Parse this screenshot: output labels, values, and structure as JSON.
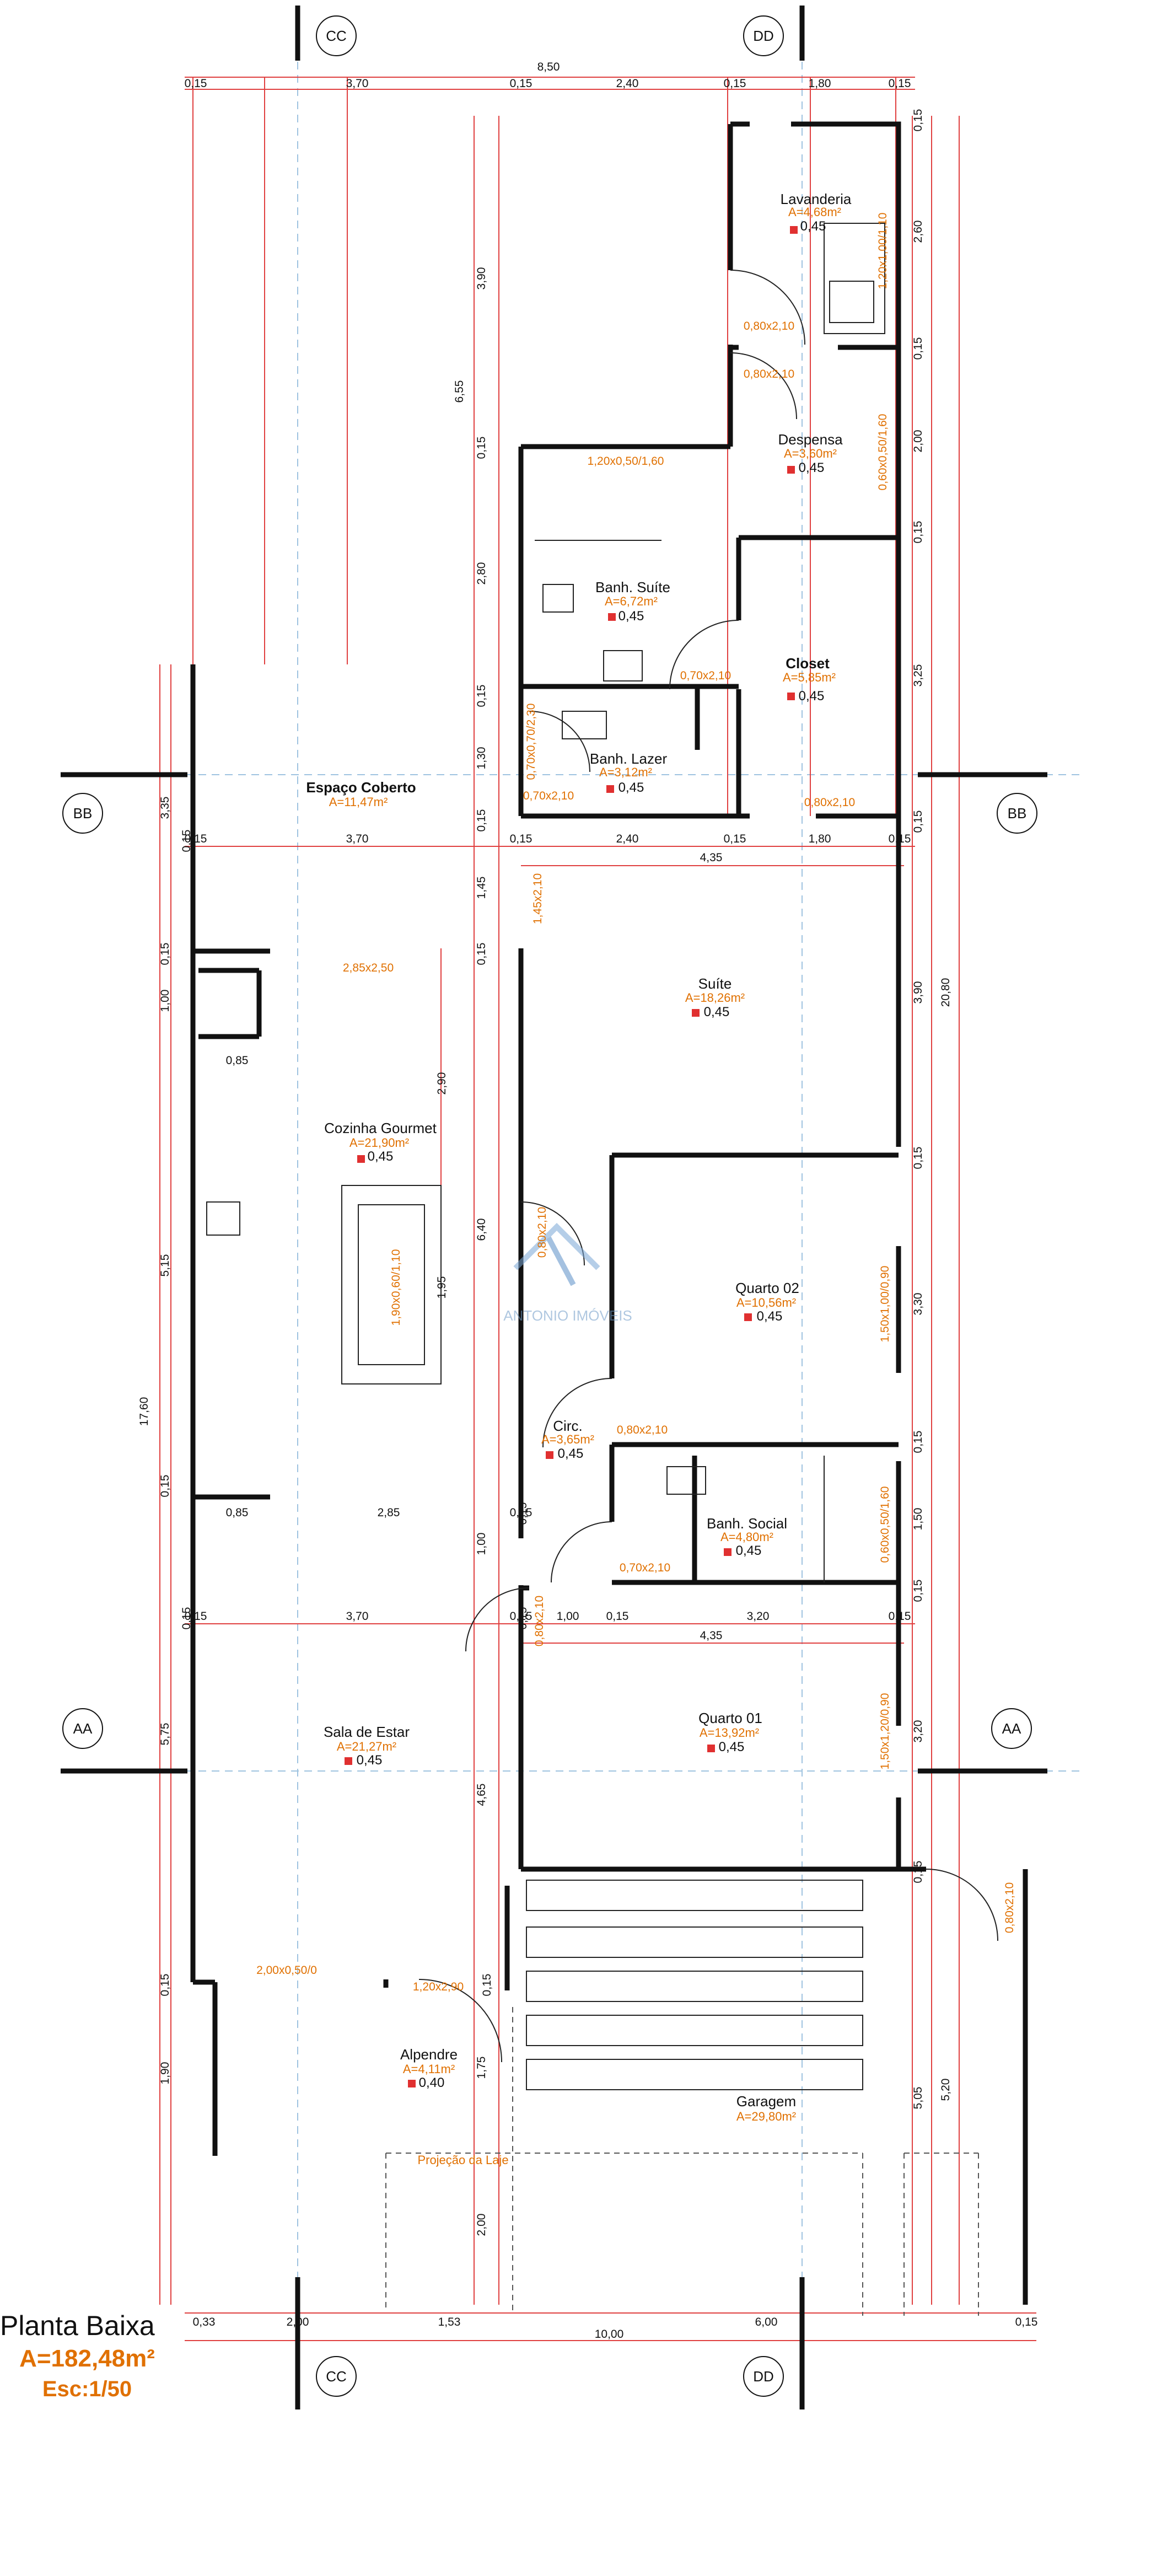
{
  "drawing": {
    "title": "Planta Baixa",
    "area": "A=182,48m²",
    "scale": "Esc:1/50",
    "watermark": "ANTONIO IMÓVEIS"
  },
  "axes": {
    "cc": "CC",
    "dd": "DD",
    "bb": "BB",
    "aa": "AA"
  },
  "rooms": {
    "lavanderia": {
      "name": "Lavanderia",
      "area": "A=4,68m²",
      "level": "0,45"
    },
    "despensa": {
      "name": "Despensa",
      "area": "A=3,60m²",
      "level": "0,45"
    },
    "banh_suite": {
      "name": "Banh. Suíte",
      "area": "A=6,72m²",
      "level": "0,45"
    },
    "closet": {
      "name": "Closet",
      "area": "A=5,85m²",
      "level": "0,45"
    },
    "banh_lazer": {
      "name": "Banh. Lazer",
      "area": "A=3,12m²",
      "level": "0,45"
    },
    "espaco_coberto": {
      "name": "Espaço Coberto",
      "area": "A=11,47m²"
    },
    "suite": {
      "name": "Suíte",
      "area": "A=18,26m²",
      "level": "0,45"
    },
    "cozinha": {
      "name": "Cozinha Gourmet",
      "area": "A=21,90m²",
      "level": "0,45"
    },
    "quarto02": {
      "name": "Quarto 02",
      "area": "A=10,56m²",
      "level": "0,45"
    },
    "circ": {
      "name": "Circ.",
      "area": "A=3,65m²",
      "level": "0,45"
    },
    "banh_social": {
      "name": "Banh. Social",
      "area": "A=4,80m²",
      "level": "0,45"
    },
    "sala": {
      "name": "Sala de Estar",
      "area": "A=21,27m²",
      "level": "0,45"
    },
    "quarto01": {
      "name": "Quarto 01",
      "area": "A=13,92m²",
      "level": "0,45"
    },
    "alpendre": {
      "name": "Alpendre",
      "area": "A=4,11m²",
      "level": "0,40"
    },
    "garagem": {
      "name": "Garagem",
      "area": "A=29,80m²"
    },
    "projecao": {
      "name": "Projeção da Laje"
    }
  },
  "openings": {
    "d_lav": "0,80x2,10",
    "d_desp": "0,80x2,10",
    "w_bs": "1,20x0,50/1,60",
    "d_bs": "0,70x2,10",
    "d_bl": "0,70x2,10",
    "w_bl": "0,70x0,70/2,30",
    "d_closet": "0,80x2,10",
    "w_lav": "1,20x1,00/1,10",
    "w_desp": "0,60x0,50/1,60",
    "d_suite": "1,45x2,10",
    "d_coz": "2,85x2,50",
    "balcao": "1,90x0,60/1,10",
    "d_q02": "0,80x2,10",
    "w_q02": "1,50x1,00/0,90",
    "d_circ": "0,80x2,10",
    "d_soc": "0,70x2,10",
    "w_soc": "0,60x0,50/1,60",
    "d_sala": "0,80x2,10",
    "w_sala": "2,00x0,50/0",
    "d_alp": "1,20x2,90",
    "w_q01": "1,50x1,20/0,90",
    "d_gar": "0,80x2,10"
  },
  "dims": {
    "top_total": "8,50",
    "top": [
      "0,15",
      "3,70",
      "0,15",
      "2,40",
      "0,15",
      "1,80",
      "0,15"
    ],
    "mid1": [
      "0,15",
      "3,70",
      "0,15",
      "2,40",
      "0,15",
      "1,80",
      "0,15"
    ],
    "mid1_inner": "4,35",
    "coz_bottom": [
      "0,85",
      "2,85",
      "0,15"
    ],
    "coz_top_left": "0,85",
    "sala_top": [
      "0,15",
      "3,70",
      "0,15",
      "1,00",
      "0,15",
      "3,20",
      "0,15"
    ],
    "sala_inner": "4,35",
    "bottom": [
      "0,33",
      "2,00",
      "1,53",
      "6,00",
      "0,15"
    ],
    "bottom_total": "10,00",
    "left_outer": [
      "3,35",
      "1,00",
      "5,15",
      "17,60",
      "5,75",
      "1,90"
    ],
    "left_small": [
      "0,15",
      "0,15",
      "0,15",
      "0,15",
      "0,15"
    ],
    "center_col": [
      "6,55",
      "3,90",
      "0,15",
      "2,80",
      "0,15",
      "1,30",
      "0,15",
      "1,45",
      "0,15",
      "6,40",
      "0,15",
      "1,00",
      "0,15",
      "4,65",
      "0,15",
      "1,75",
      "2,00"
    ],
    "inner_col": [
      "2,90",
      "1,95"
    ],
    "right_col": [
      "0,15",
      "2,60",
      "0,15",
      "2,00",
      "0,15",
      "3,25",
      "0,15",
      "3,90",
      "0,15",
      "3,30",
      "0,15",
      "1,50",
      "0,15",
      "3,20",
      "0,15",
      "5,05"
    ],
    "right_outer": [
      "20,80",
      "5,20"
    ]
  },
  "colors": {
    "wall": "#111111",
    "dimension_line": "#e04040",
    "area_text": "#e07000",
    "axis_line": "#9fc3e0"
  }
}
